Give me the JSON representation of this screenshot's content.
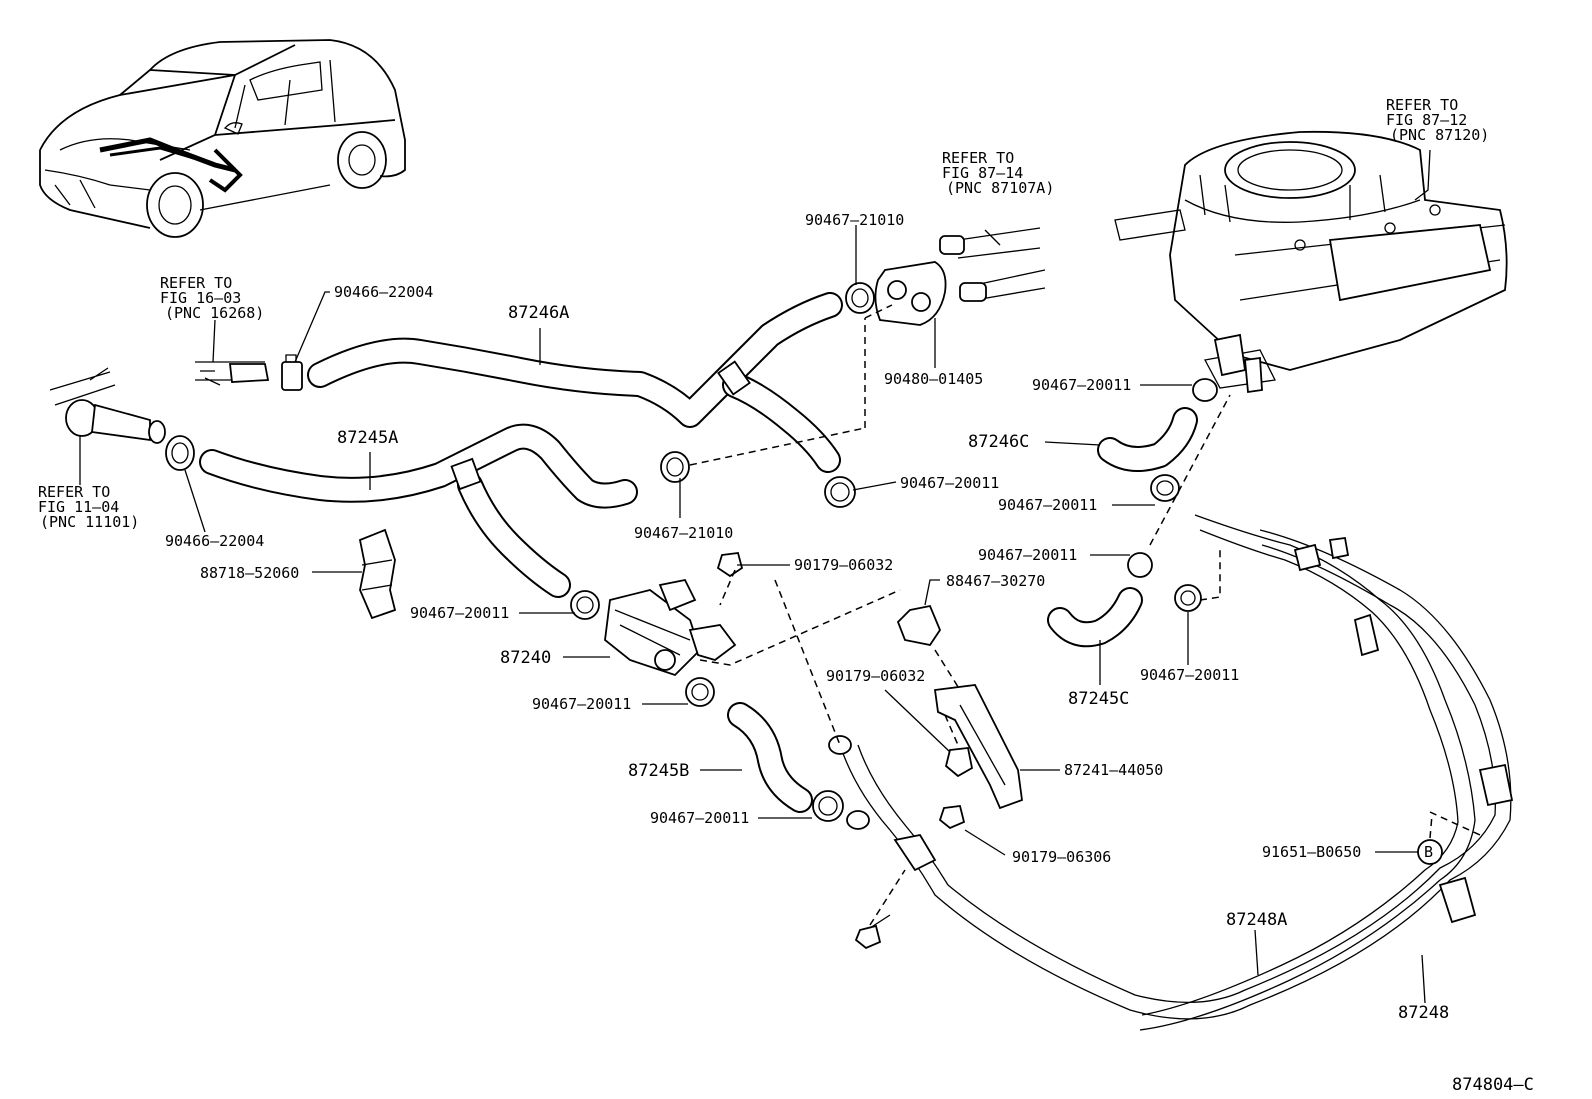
{
  "diagram_id": "874804–C",
  "references": [
    {
      "id": "ref-fig-16-03",
      "line1": "REFER TO",
      "line2": "FIG 16–03",
      "line3": "(PNC 16268)"
    },
    {
      "id": "ref-fig-11-04",
      "line1": "REFER TO",
      "line2": "FIG 11–04",
      "line3": "(PNC 11101)"
    },
    {
      "id": "ref-fig-87-14",
      "line1": "REFER TO",
      "line2": "FIG 87–14",
      "line3": "(PNC 87107A)"
    },
    {
      "id": "ref-fig-87-12",
      "line1": "REFER TO",
      "line2": "FIG 87–12",
      "line3": "(PNC 87120)"
    }
  ],
  "parts": {
    "p1": "90466–22004",
    "p2": "87246A",
    "p3": "90467–21010",
    "p4": "90480–01405",
    "p5": "87245A",
    "p6": "90466–22004",
    "p7": "88718–52060",
    "p8": "90467–21010",
    "p9": "90467–20011",
    "p10": "90179–06032",
    "p11": "90467–20011",
    "p12": "87240",
    "p13": "90467–20011",
    "p14": "87245B",
    "p15": "90467–20011",
    "p16": "88467–30270",
    "p17": "90179–06032",
    "p18": "87241–44050",
    "p19": "90179–06306",
    "p20": "90467–20011",
    "p21": "87246C",
    "p22": "90467–20011",
    "p23": "90467–20011",
    "p24": "87245C",
    "p25": "90467–20011",
    "p26": "91651–B0650",
    "p27": "87248A",
    "p28": "87248"
  },
  "marker": "B"
}
